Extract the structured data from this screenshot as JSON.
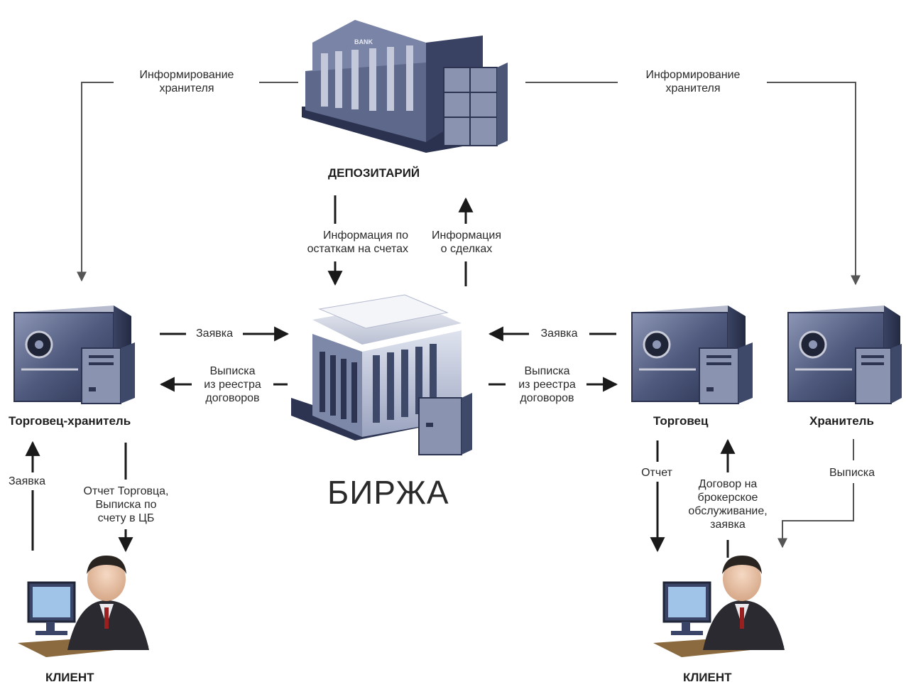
{
  "nodes": {
    "depository": {
      "title": "ДЕПОЗИТАРИЙ",
      "building_sign": "BANK"
    },
    "exchange": {
      "title": "БИРЖА"
    },
    "trader_custodian": {
      "title": "Торговец-хранитель"
    },
    "trader": {
      "title": "Торговец"
    },
    "custodian": {
      "title": "Хранитель"
    },
    "client_left": {
      "title": "КЛИЕНТ"
    },
    "client_right": {
      "title": "КЛИЕНТ"
    }
  },
  "edges": {
    "inform_left": {
      "line1": "Информирование",
      "line2": "хранителя"
    },
    "inform_right": {
      "line1": "Информирование",
      "line2": "хранителя"
    },
    "balances": {
      "line1": "Информация по",
      "line2": "остаткам на счетах"
    },
    "deals": {
      "line1": "Информация",
      "line2": "о сделках"
    },
    "order_left": {
      "text": "Заявка"
    },
    "extract_left": {
      "line1": "Выписка",
      "line2": "из реестра",
      "line3": "договоров"
    },
    "order_right": {
      "text": "Заявка"
    },
    "extract_right": {
      "line1": "Выписка",
      "line2": "из реестра",
      "line3": "договоров"
    },
    "client_order_left": {
      "text": "Заявка"
    },
    "trader_report_left": {
      "line1": "Отчет Торговца,",
      "line2": "Выписка по",
      "line3": "счету в ЦБ"
    },
    "report_right": {
      "text": "Отчет"
    },
    "contract_right": {
      "line1": "Договор на",
      "line2": "брокерское",
      "line3": "обслуживание,",
      "line4": "заявка"
    },
    "custodian_extract": {
      "text": "Выписка"
    }
  },
  "colors": {
    "line": "#1a1a1a",
    "line_grey": "#6a6a6a",
    "steel_dark": "#3b4566",
    "steel_mid": "#6b7596",
    "steel_light": "#c9ccd8",
    "dial": "#222222"
  }
}
